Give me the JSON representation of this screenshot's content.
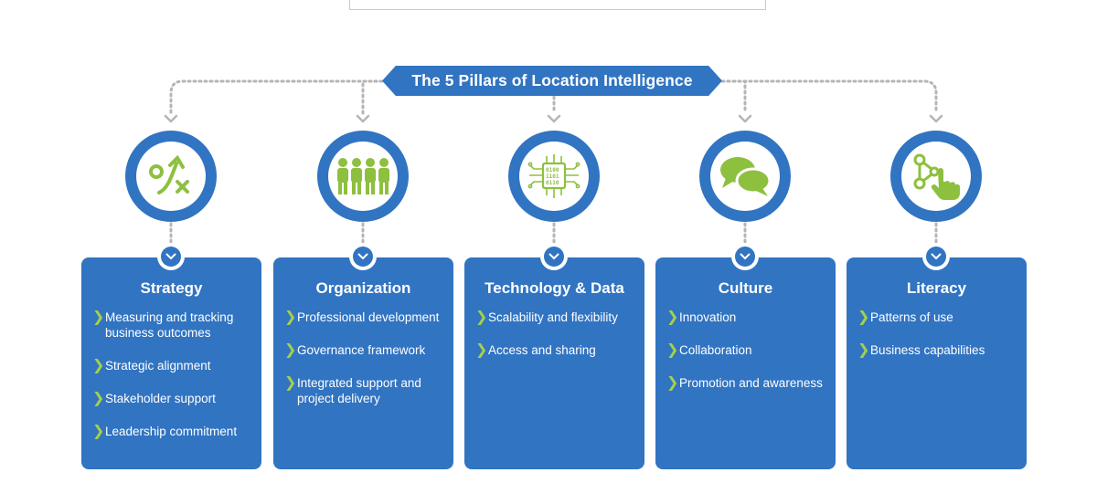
{
  "title": "The 5 Pillars of Location Intelligence",
  "colors": {
    "primary": "#3174c2",
    "accent": "#8dc03f",
    "connector": "#b5b5b5"
  },
  "pillars": [
    {
      "name": "Strategy",
      "icon": "strategy-play-icon",
      "items": [
        "Measuring and tracking business outcomes",
        "Strategic alignment",
        "Stakeholder support",
        "Leadership commitment"
      ]
    },
    {
      "name": "Organization",
      "icon": "people-group-icon",
      "items": [
        "Professional development",
        "Governance framework",
        "Integrated support and project delivery"
      ]
    },
    {
      "name": "Technology & Data",
      "icon": "circuit-chip-icon",
      "items": [
        "Scalability and flexibility",
        "Access and sharing"
      ]
    },
    {
      "name": "Culture",
      "icon": "chat-bubbles-icon",
      "items": [
        "Innovation",
        "Collaboration",
        "Promotion and awareness"
      ]
    },
    {
      "name": "Literacy",
      "icon": "touch-nodes-icon",
      "items": [
        "Patterns of use",
        "Business capabilities"
      ]
    }
  ]
}
